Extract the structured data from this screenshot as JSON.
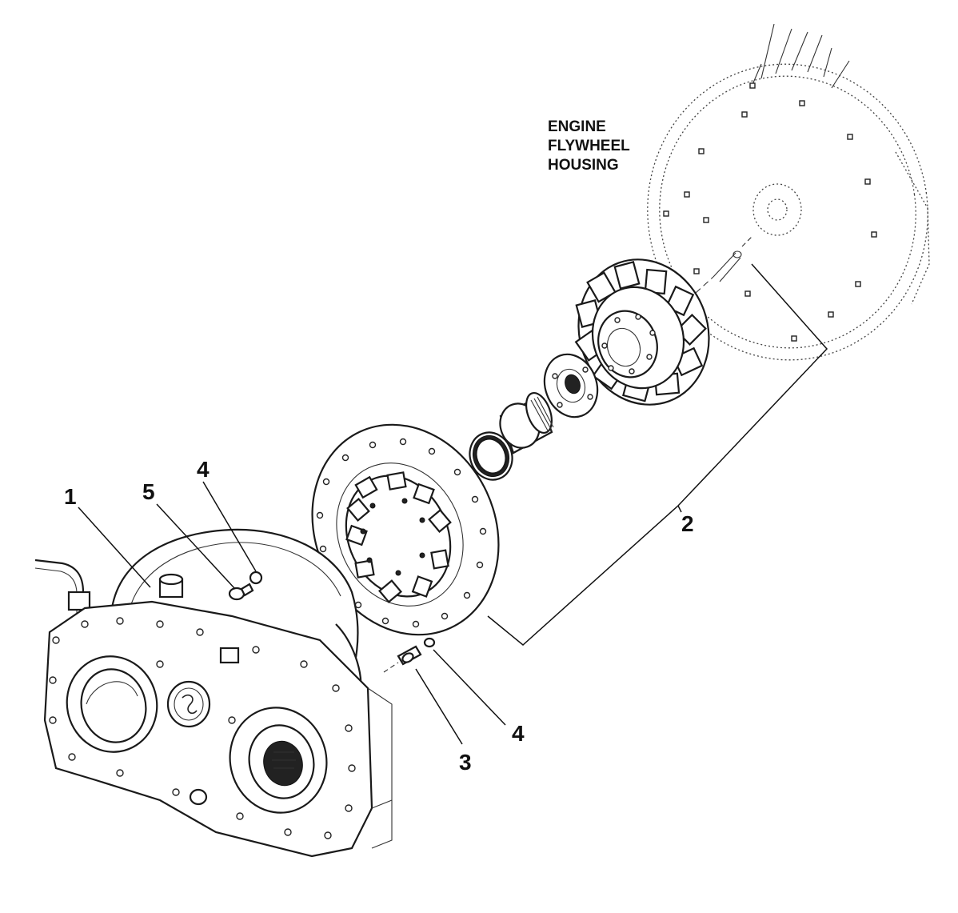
{
  "diagram": {
    "housing_label_lines": [
      "ENGINE",
      "FLYWHEEL",
      "HOUSING"
    ],
    "callouts": [
      "1",
      "2",
      "3",
      "4",
      "4",
      "5"
    ]
  }
}
